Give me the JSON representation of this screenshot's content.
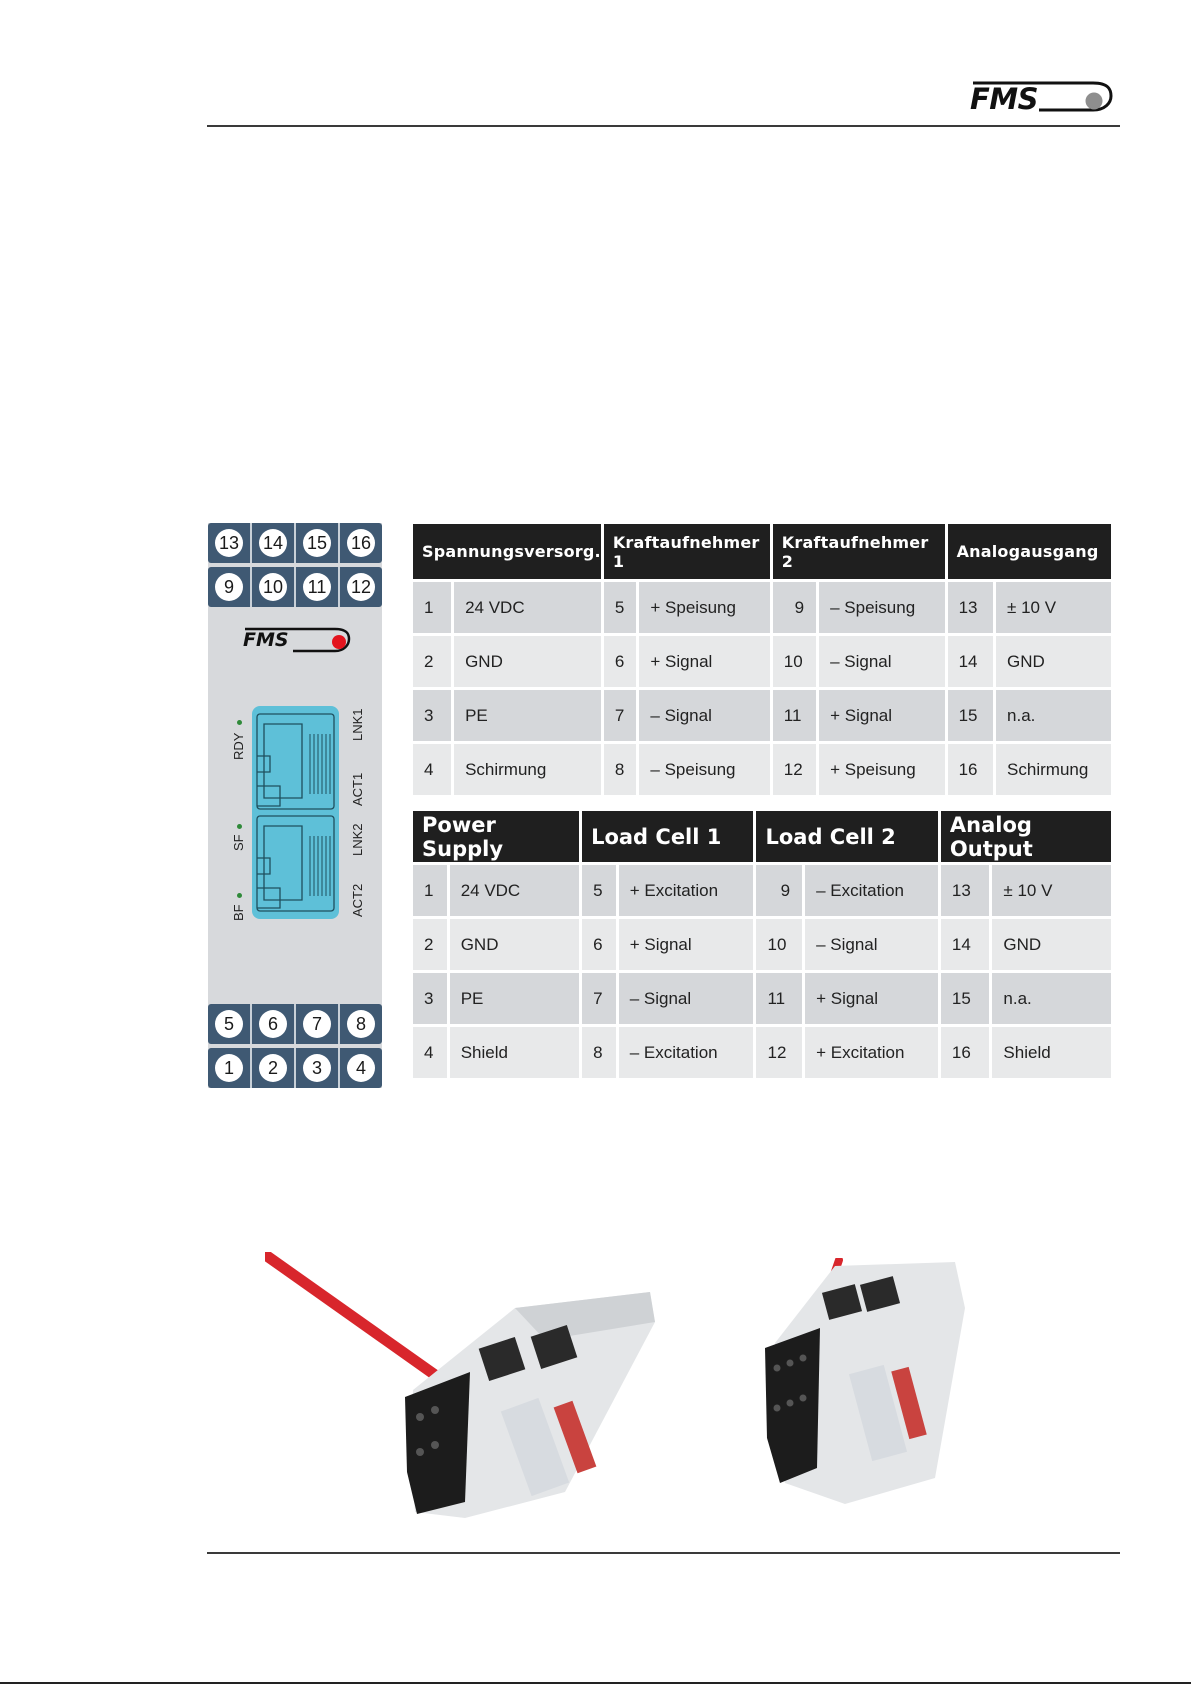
{
  "header": {
    "logo_text": "FMS"
  },
  "device": {
    "logo_text": "FMS",
    "top_rows": [
      [
        "13",
        "14",
        "15",
        "16"
      ],
      [
        "9",
        "10",
        "11",
        "12"
      ]
    ],
    "bottom_rows": [
      [
        "5",
        "6",
        "7",
        "8"
      ],
      [
        "1",
        "2",
        "3",
        "4"
      ]
    ],
    "led_labels": [
      "RDY",
      "SF",
      "BF"
    ],
    "port_labels": [
      "LNK1",
      "ACT1",
      "LNK2",
      "ACT2"
    ]
  },
  "table_de": {
    "headers": [
      "Spannungsversorg.",
      "Kraftaufnehmer 1",
      "Kraftaufnehmer 2",
      "Analogausgang"
    ],
    "rows": [
      [
        "1",
        "24 VDC",
        "5",
        "+ Speisung",
        "9",
        "– Speisung",
        "13",
        "± 10 V"
      ],
      [
        "2",
        "GND",
        "6",
        "+ Signal",
        "10",
        "– Signal",
        "14",
        "GND"
      ],
      [
        "3",
        "PE",
        "7",
        "– Signal",
        "11",
        "+ Signal",
        "15",
        "n.a."
      ],
      [
        "4",
        "Schirmung",
        "8",
        "– Speisung",
        "12",
        "+ Speisung",
        "16",
        "Schirmung"
      ]
    ]
  },
  "table_en": {
    "headers": [
      "Power Supply",
      "Load Cell 1",
      "Load Cell 2",
      "Analog Output"
    ],
    "rows": [
      [
        "1",
        "24 VDC",
        "5",
        "+ Excitation",
        "9",
        "– Excitation",
        "13",
        "± 10 V"
      ],
      [
        "2",
        "GND",
        "6",
        "+ Signal",
        "10",
        "– Signal",
        "14",
        "GND"
      ],
      [
        "3",
        "PE",
        "7",
        "– Signal",
        "11",
        "+ Signal",
        "15",
        "n.a."
      ],
      [
        "4",
        "Shield",
        "8",
        "– Excitation",
        "12",
        "+ Excitation",
        "16",
        "Shield"
      ]
    ]
  },
  "colors": {
    "terminal_strip": "#3f5973",
    "port_block": "#5ec0d8",
    "logo_dot": "#e3141e",
    "header_logo_dot": "#8e8e8e",
    "table_header": "#1f1f1f",
    "screwdriver": "#d8262c"
  }
}
